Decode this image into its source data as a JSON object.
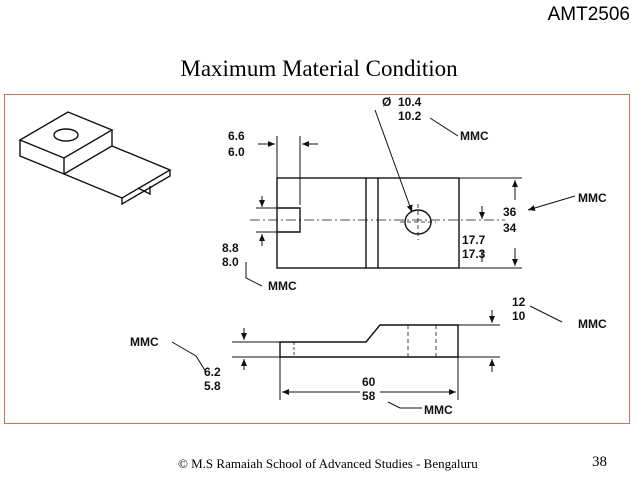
{
  "header": {
    "course_code": "AMT2506",
    "title": "Maximum Material Condition"
  },
  "drawing": {
    "labels": {
      "dia_top": "10.4",
      "dia_bottom": "10.2",
      "mmc_hole": "MMC",
      "slot_top": "6.6",
      "slot_bottom": "6.0",
      "height_top": "36",
      "height_bottom": "34",
      "mmc_height": "MMC",
      "hole_pos_top": "17.7",
      "hole_pos_bottom": "17.3",
      "slot_depth_top": "8.8",
      "slot_depth_bottom": "8.0",
      "mmc_slot": "MMC",
      "step_top": "12",
      "step_bottom": "10",
      "mmc_step": "MMC",
      "mmc_thick": "MMC",
      "thick_top": "6.2",
      "thick_bottom": "5.8",
      "length_top": "60",
      "length_bottom": "58",
      "mmc_length": "MMC"
    }
  },
  "footer": {
    "text": "© M.S Ramaiah School of Advanced Studies - Bengaluru",
    "page_number": "38"
  }
}
